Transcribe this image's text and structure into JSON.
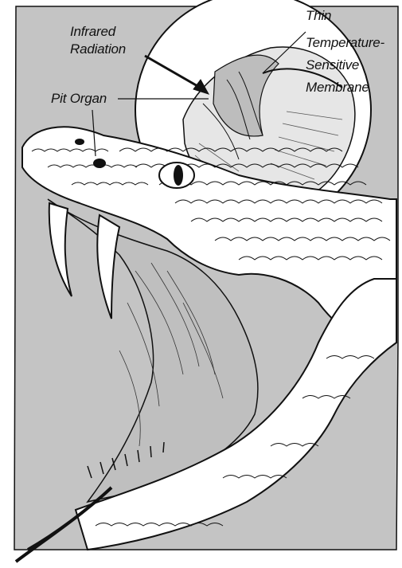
{
  "diagram": {
    "labels": {
      "infrared_line1": "Infrared",
      "infrared_line2": "Radiation",
      "pit_organ": "Pit Organ",
      "membrane_line1": "Thin",
      "membrane_line2": "Temperature-",
      "membrane_line3": "Sensitive",
      "membrane_line4": "Membrane"
    },
    "colors": {
      "background_panel": "#c4c4c4",
      "ink": "#111111",
      "paper": "#ffffff",
      "shade": "#8a8a8a"
    }
  }
}
